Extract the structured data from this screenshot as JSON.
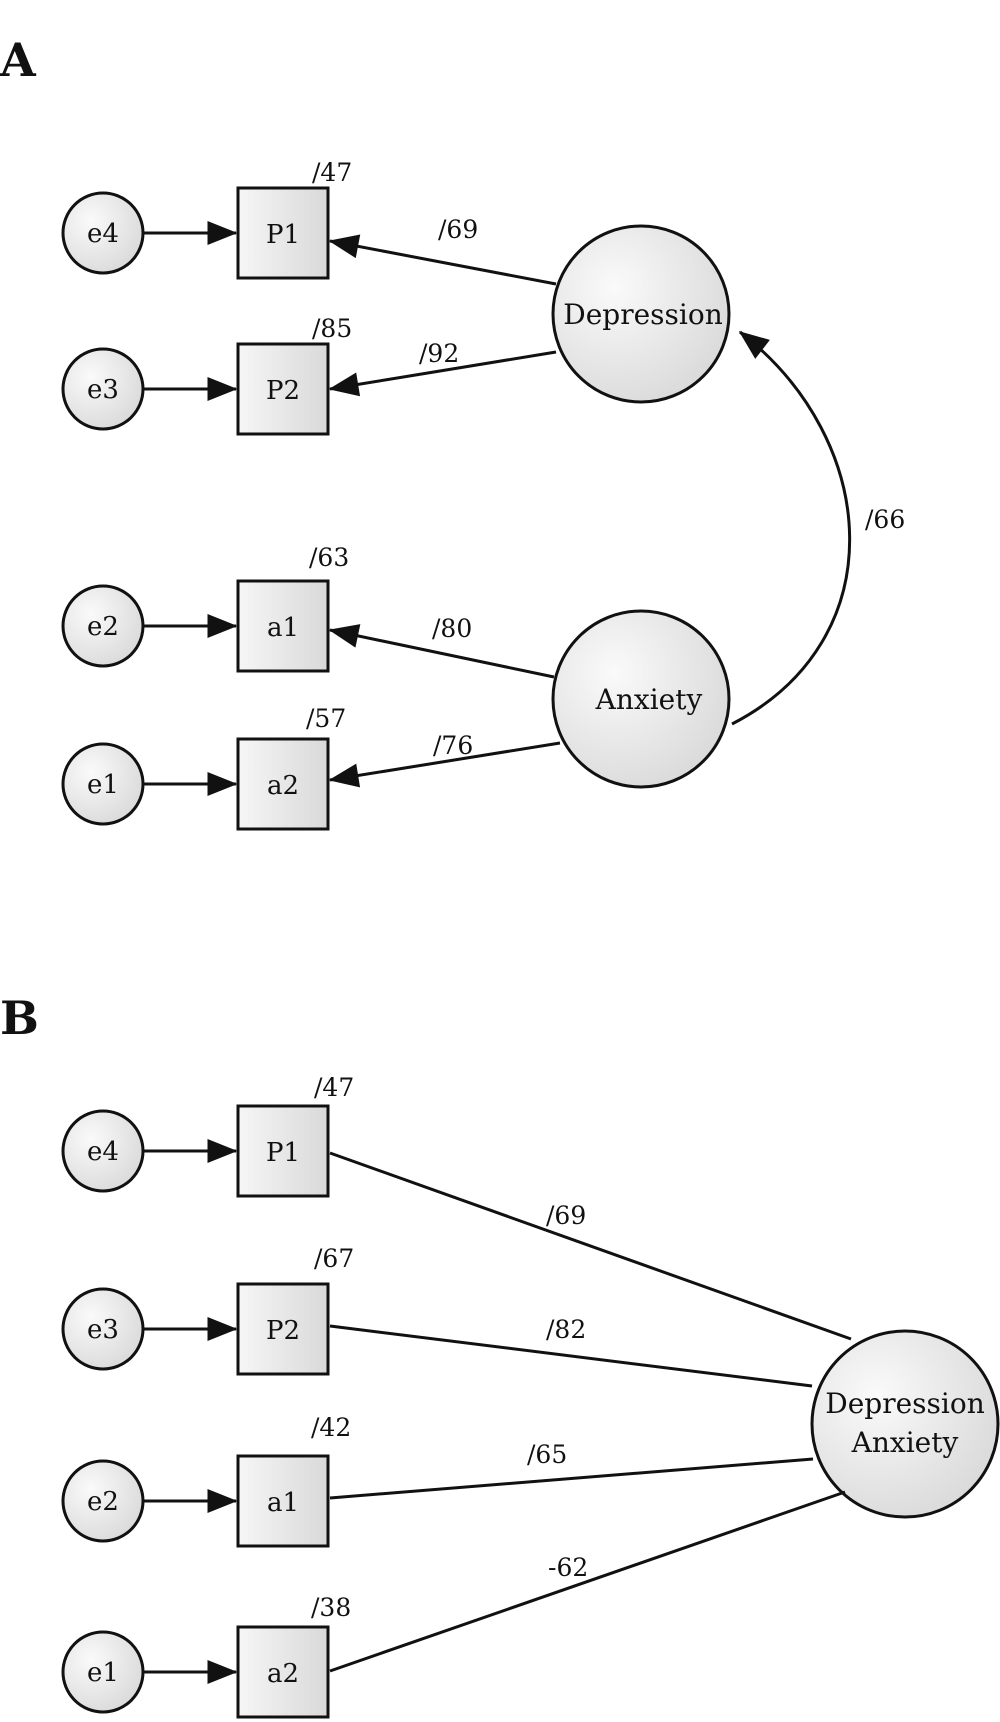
{
  "panels": {
    "a": {
      "label": "A",
      "errors": [
        "e4",
        "e3",
        "e2",
        "e1"
      ],
      "indicators": [
        "P1",
        "P2",
        "a1",
        "a2"
      ],
      "r_squared": [
        "/47",
        "/85",
        "/63",
        "/57"
      ],
      "latent_depression": "Depression",
      "latent_anxiety": "Anxiety",
      "loadings": [
        "/69",
        "/92",
        "/80",
        "/76"
      ],
      "correlation": "/66"
    },
    "b": {
      "label": "B",
      "errors": [
        "e4",
        "e3",
        "e2",
        "e1"
      ],
      "indicators": [
        "P1",
        "P2",
        "a1",
        "a2"
      ],
      "r_squared": [
        "/47",
        "/67",
        "/42",
        "/38"
      ],
      "latent_line1": "Depression",
      "latent_line2": "Anxiety",
      "loadings": [
        "/69",
        "/82",
        "/65",
        "-62"
      ]
    }
  }
}
